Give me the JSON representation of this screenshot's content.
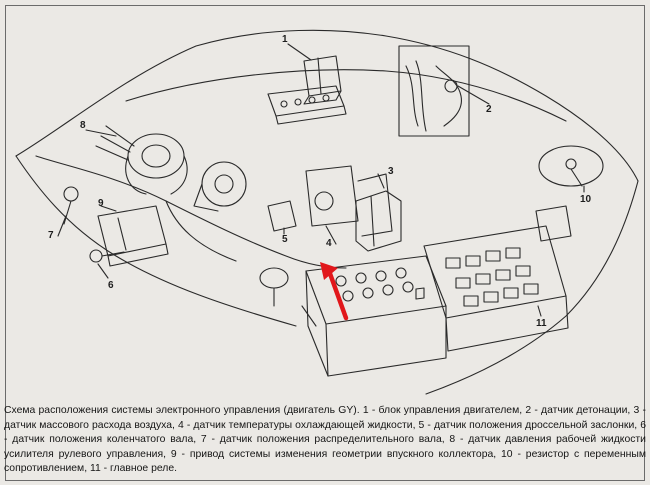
{
  "diagram": {
    "accent_color": "#e1171b",
    "line_color": "#2a2a2a",
    "callouts": [
      "1",
      "2",
      "3",
      "4",
      "5",
      "6",
      "7",
      "8",
      "9",
      "10",
      "11"
    ]
  },
  "caption": {
    "text": "Схема расположения системы электронного управления (двигатель GY). 1 - блок управления двигателем, 2 - датчик детонации, 3 - датчик массового расхода воздуха, 4 - датчик температуры охлаждающей жидкости, 5 - датчик положения дроссельной заслонки, 6 - датчик положения коленчатого вала, 7 - датчик положения распределительного вала, 8 - датчик давления рабочей жидкости усилителя рулевого управления, 9 - привод системы изменения геометрии впускного коллектора, 10 - резистор с переменным сопротивлением, 11 - главное реле."
  }
}
